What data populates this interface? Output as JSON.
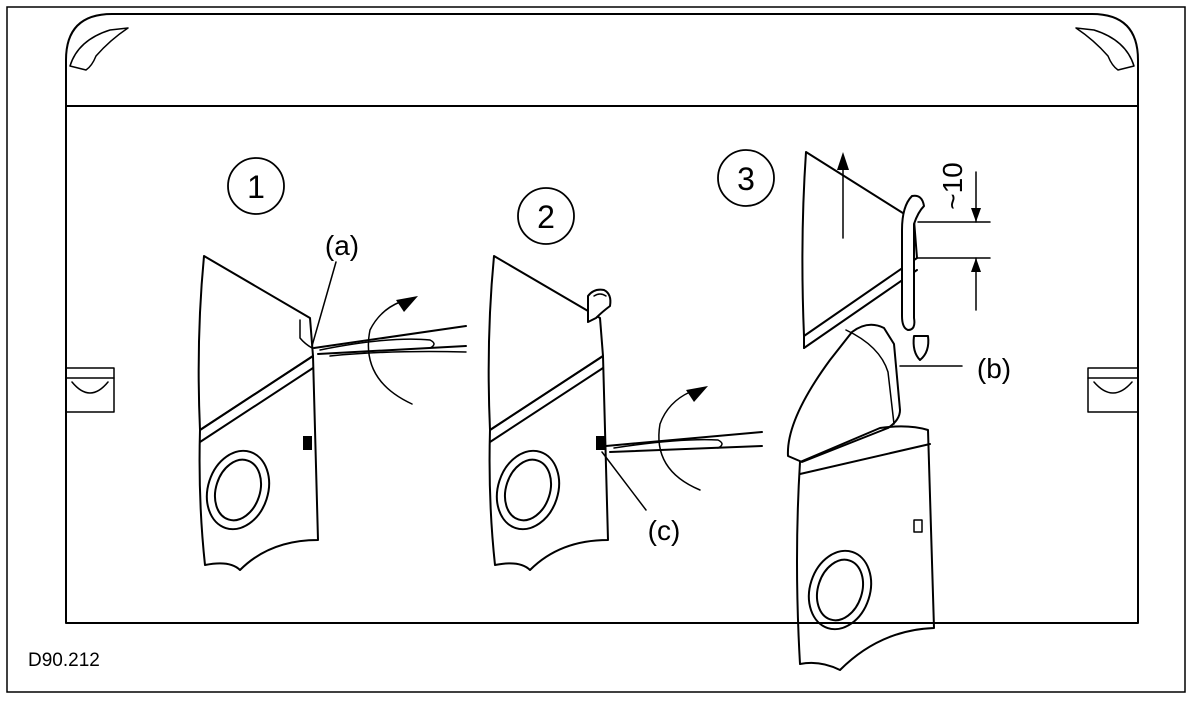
{
  "figure": {
    "code": "D90.212",
    "steps": [
      "1",
      "2",
      "3"
    ],
    "callouts": {
      "a": "(a)",
      "b": "(b)",
      "c": "(c)"
    },
    "dimension": "~10"
  }
}
